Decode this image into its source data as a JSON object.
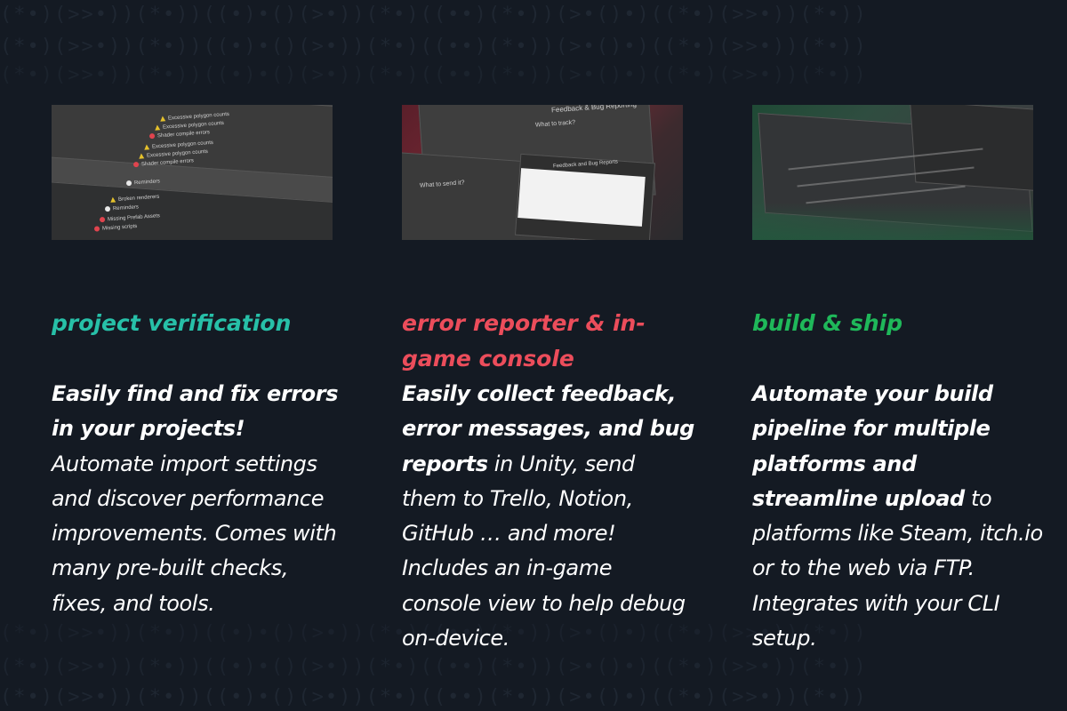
{
  "background_pattern": "(*•)(>>•))(*•))((•)•()(>•))(*•)((••)(*•))(>•()•)((*•)(>>•))(*•))",
  "features": [
    {
      "heading": "project verification",
      "accent": "#27c0a8",
      "screenshot": {
        "lines": [
          "Excessive polygon counts",
          "Excessive polygon counts",
          "Shader compile errors",
          "Excessive polygon counts",
          "Excessive polygon counts",
          "Shader compile errors",
          "Reminders",
          "Broken renderers",
          "Reminders",
          "Missing Prefab Assets",
          "Missing scripts"
        ]
      },
      "body_bold": "Easily find and fix errors in your projects!",
      "body_rest": " Automate import settings and discover performance improvements. Comes with many pre-built checks, fixes, and tools."
    },
    {
      "heading": "error reporter & in-game console",
      "accent": "#ec4d5b",
      "screenshot": {
        "lines": [
          "Feedback & Bug Reporting",
          "What to track?",
          "What to send it?",
          "Feedback and Bug Reports"
        ]
      },
      "body_bold_1": "Easily collect feedback, error messages, and bug reports",
      "body_rest": " in Unity, send them to Trello, Notion, GitHub … and more! Includes an in-game console view to help debug on-device."
    },
    {
      "heading": "build & ship",
      "accent": "#1fb85a",
      "screenshot": {
        "lines": []
      },
      "body_bold": "Automate your build pipeline for multiple platforms and streamline upload",
      "body_rest": " to platforms like Steam, itch.io or to the web via FTP. Integrates with your CLI setup."
    }
  ]
}
